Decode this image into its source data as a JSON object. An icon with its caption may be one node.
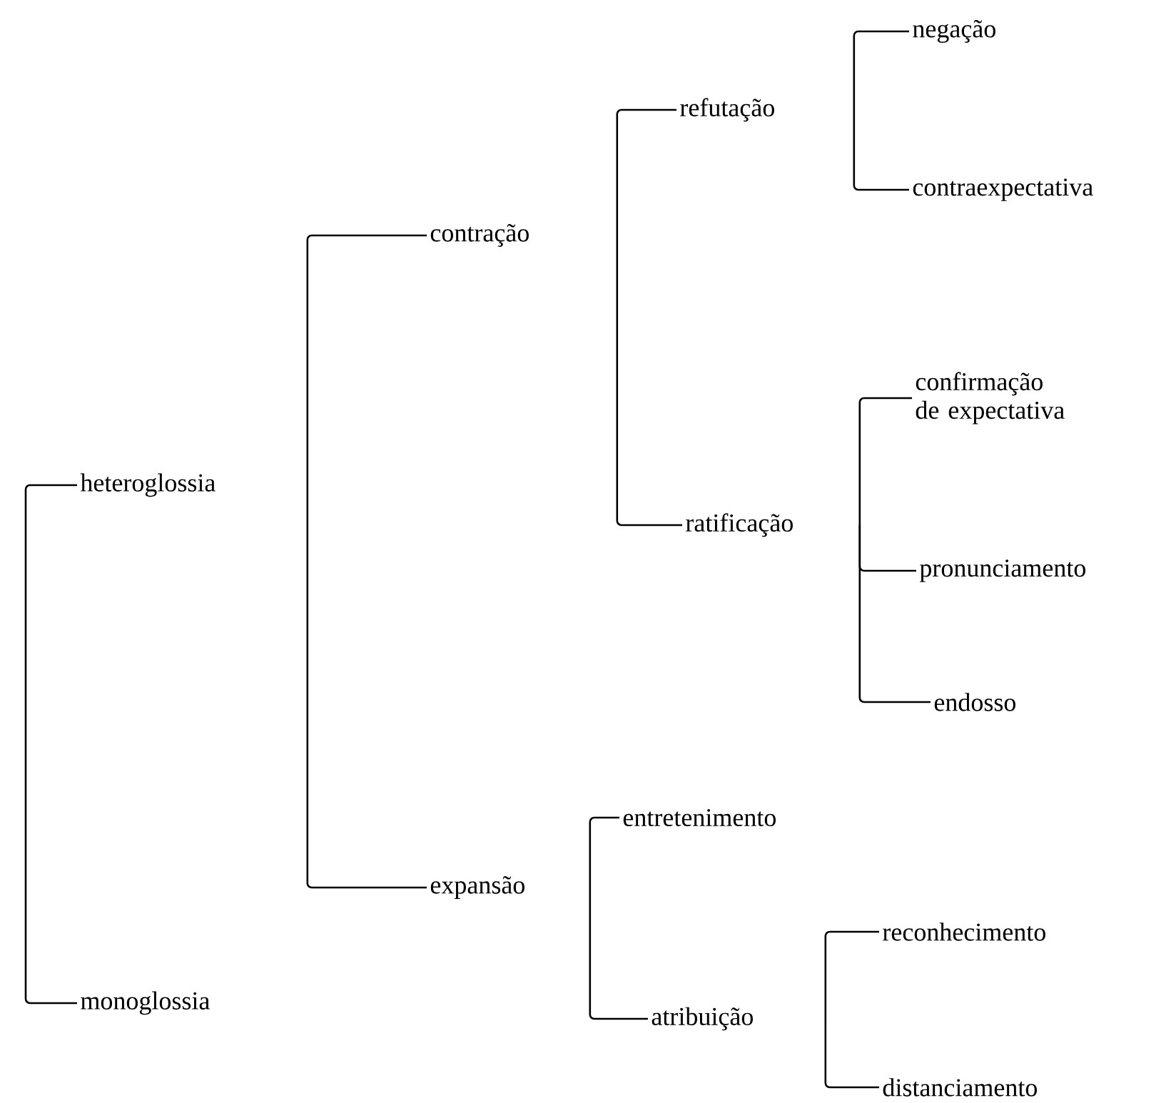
{
  "diagram": {
    "nodes": [
      {
        "text": [
          "heteroglossia"
        ]
      },
      {
        "text": [
          "contração"
        ]
      },
      {
        "text": [
          "refutação"
        ]
      },
      {
        "text": [
          "negação"
        ]
      },
      {
        "text": [
          "contraexpectativa"
        ]
      },
      {
        "text": [
          "ratificação"
        ]
      },
      {
        "text": [
          "confirmação de expectativa"
        ]
      },
      {
        "text": [
          "pronunciamento"
        ]
      },
      {
        "text": [
          "endosso"
        ]
      },
      {
        "text": [
          "expansão"
        ]
      },
      {
        "text": [
          "entretenimento"
        ]
      },
      {
        "text": [
          "atribuição"
        ]
      },
      {
        "text": [
          "reconhecimento"
        ]
      },
      {
        "text": [
          "distanciamento"
        ]
      },
      {
        "text": [
          "monoglossia"
        ]
      }
    ],
    "edges": [
      {
        "from": null,
        "to": 0,
        "arrow": "none"
      },
      {
        "from": null,
        "to": 14,
        "arrow": "none"
      },
      {
        "from": 0,
        "to": 1,
        "arrow": "none"
      },
      {
        "from": 0,
        "to": 9,
        "arrow": "none"
      },
      {
        "from": 1,
        "to": 2,
        "arrow": "none"
      },
      {
        "from": 1,
        "to": 5,
        "arrow": "none"
      },
      {
        "from": 2,
        "to": 3,
        "arrow": "none"
      },
      {
        "from": 2,
        "to": 4,
        "arrow": "none"
      },
      {
        "from": 5,
        "to": 6,
        "arrow": "none"
      },
      {
        "from": 5,
        "to": 7,
        "arrow": "none"
      },
      {
        "from": 5,
        "to": 8,
        "arrow": "none"
      },
      {
        "from": 9,
        "to": 10,
        "arrow": "none"
      },
      {
        "from": 9,
        "to": 11,
        "arrow": "none"
      },
      {
        "from": 11,
        "to": 12,
        "arrow": "none"
      },
      {
        "from": 11,
        "to": 13,
        "arrow": "none"
      }
    ]
  }
}
